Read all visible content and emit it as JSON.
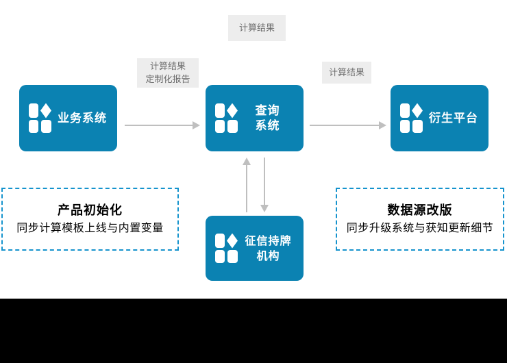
{
  "diagram": {
    "type": "flow-diagram",
    "background": "#000000",
    "stage_background": "#ffffff",
    "accent_color": "#0B82B2",
    "dashed_border_color": "#1593CD",
    "arrow_color": "#BFBFBF",
    "tag_background": "#EDEDED",
    "tag_text_color": "#6E6E6E"
  },
  "nodes": {
    "business_system": {
      "label": "业务系统",
      "icon": "four-tile-diamond-icon"
    },
    "query_system": {
      "label": "查询\n系统",
      "icon": "four-tile-diamond-icon"
    },
    "derivative_platform": {
      "label": "衍生平台",
      "icon": "four-tile-diamond-icon"
    },
    "credit_institution": {
      "label": "征信持牌\n机构",
      "icon": "four-tile-diamond-icon"
    }
  },
  "tags": {
    "top": "计算结果",
    "left": "计算结果\n定制化报告",
    "right": "计算结果"
  },
  "arrows": {
    "business_to_query": "arrow-right-icon",
    "query_to_derivative": "arrow-right-icon",
    "credit_to_query": "arrow-up-icon",
    "query_to_credit": "arrow-down-icon"
  },
  "panels": {
    "left": {
      "title": "产品初始化",
      "subtitle": "同步计算模板上线与内置变量"
    },
    "right": {
      "title": "数据源改版",
      "subtitle": "同步升级系统与获知更新细节"
    }
  }
}
